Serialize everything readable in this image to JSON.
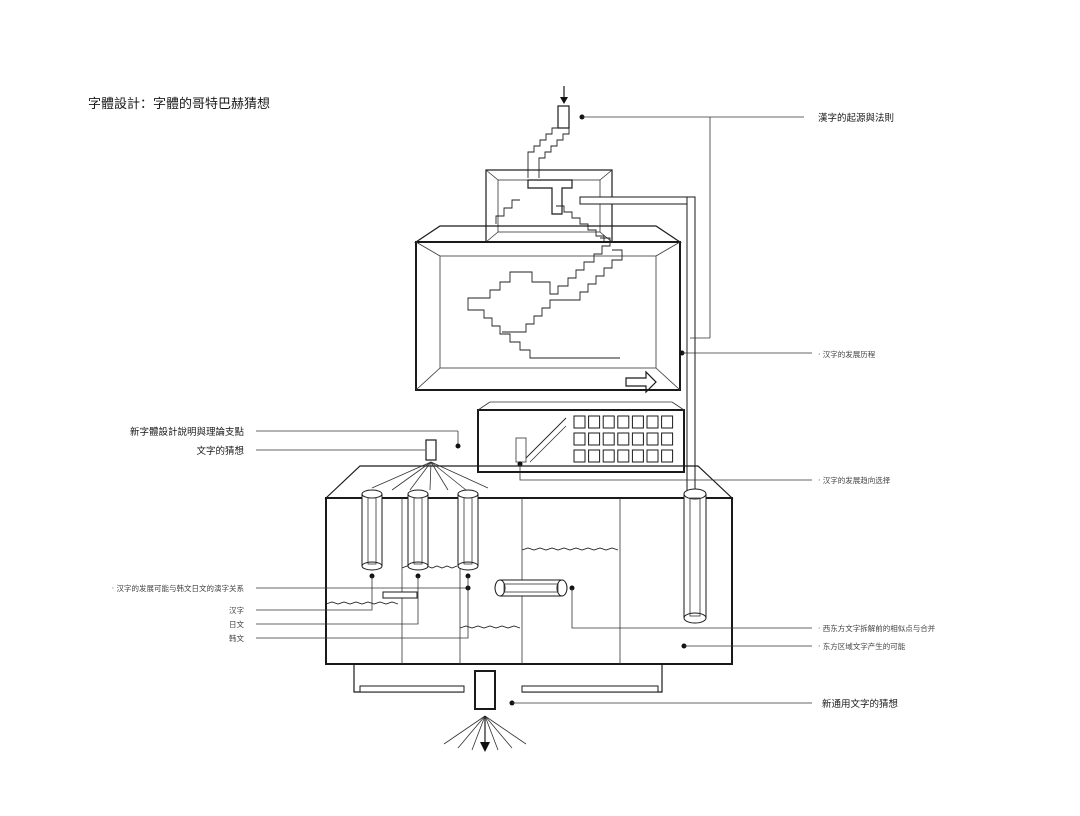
{
  "title": "字體設計：字體的哥特巴赫猜想",
  "labels": {
    "origin": "漢字的起源與法則",
    "history": "· 汉字的发展历程",
    "trend": "· 汉字的发展趋向选择",
    "explain": "新字體設計說明與理論支點",
    "guess": "文字的猜想",
    "relation": "· 汉字的发展可能与韩文日文的演字关系",
    "hanzi": "汉字",
    "riwen": "日文",
    "hanwen": "韩文",
    "similar": "· 西东方文字拆解前的相似点与合并",
    "scope": "· 东方区域文字产生的可能",
    "newscript": "新通用文字的猜想"
  },
  "colors": {
    "line": "#1a1a1a",
    "background": "#ffffff"
  }
}
